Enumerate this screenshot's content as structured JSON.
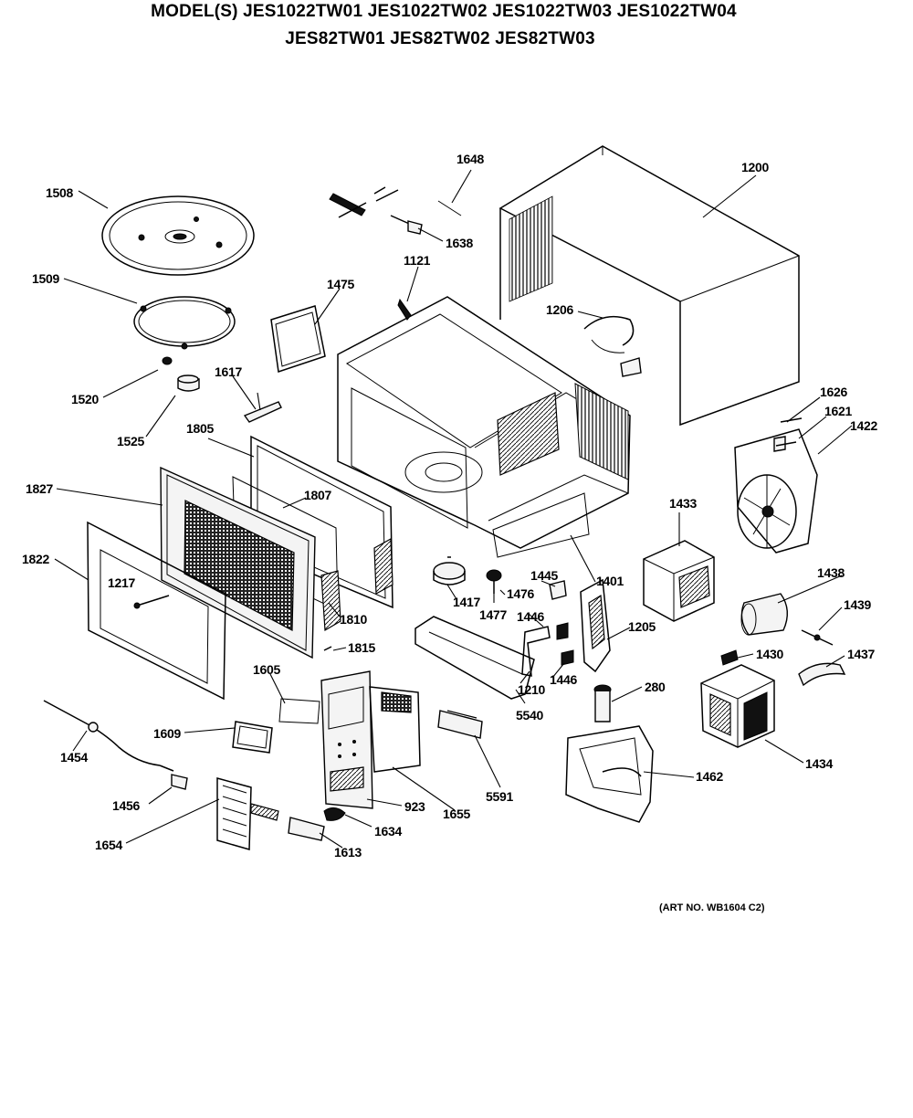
{
  "header": {
    "line1": "MODEL(S) JES1022TW01  JES1022TW02  JES1022TW03  JES1022TW04",
    "line2": "JES82TW01  JES82TW02  JES82TW03"
  },
  "art_number": "(ART NO. WB1604 C2)",
  "callouts": {
    "p1508": "1508",
    "p1509": "1509",
    "p1520": "1520",
    "p1525": "1525",
    "p1475": "1475",
    "p1617": "1617",
    "p1805": "1805",
    "p1827": "1827",
    "p1807": "1807",
    "p1822": "1822",
    "p1217": "1217",
    "p1810": "1810",
    "p1815": "1815",
    "p1605": "1605",
    "p1609": "1609",
    "p1454": "1454",
    "p1456": "1456",
    "p1654": "1654",
    "p1613": "1613",
    "p1634": "1634",
    "p923": "923",
    "p1655": "1655",
    "p5591": "5591",
    "p5540": "5540",
    "p1648": "1648",
    "p1638": "1638",
    "p1121": "1121",
    "p1200": "1200",
    "p1206": "1206",
    "p1626": "1626",
    "p1621": "1621",
    "p1422": "1422",
    "p1433": "1433",
    "p1401": "1401",
    "p1445": "1445",
    "p1476": "1476",
    "p1417": "1417",
    "p1477": "1477",
    "p1446a": "1446",
    "p1446b": "1446",
    "p1210": "1210",
    "p1205": "1205",
    "p280": "280",
    "p1462": "1462",
    "p1438": "1438",
    "p1439": "1439",
    "p1437": "1437",
    "p1430": "1430",
    "p1434": "1434"
  }
}
